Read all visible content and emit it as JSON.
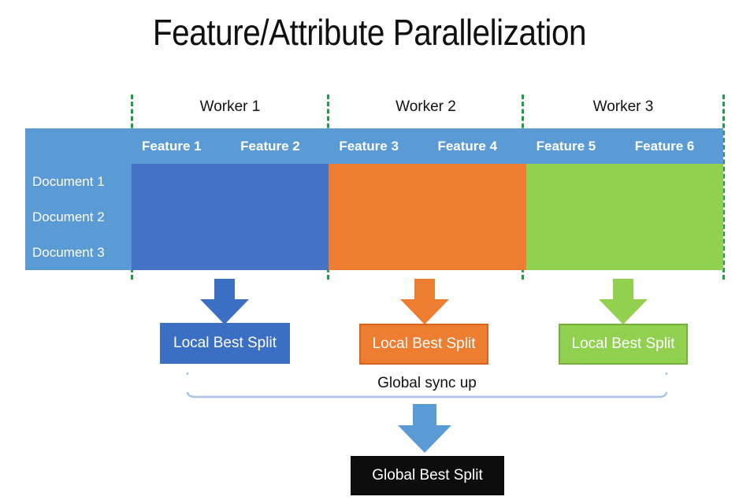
{
  "title": "Feature/Attribute Parallelization",
  "workers": [
    {
      "label": "Worker 1",
      "color": "#4472C4"
    },
    {
      "label": "Worker 2",
      "color": "#ED7D31"
    },
    {
      "label": "Worker 3",
      "color": "#92D050"
    }
  ],
  "table": {
    "corner_label": "",
    "column_headers": [
      "Feature 1",
      "Feature 2",
      "Feature 3",
      "Feature 4",
      "Feature 5",
      "Feature 6"
    ],
    "row_labels": [
      "Document 1",
      "Document 2",
      "Document 3"
    ],
    "cell_colors": [
      [
        "#4472C4",
        "#4472C4",
        "#ED7D31",
        "#ED7D31",
        "#92D050",
        "#92D050"
      ],
      [
        "#4472C4",
        "#4472C4",
        "#ED7D31",
        "#ED7D31",
        "#92D050",
        "#92D050"
      ],
      [
        "#4472C4",
        "#4472C4",
        "#ED7D31",
        "#ED7D31",
        "#92D050",
        "#92D050"
      ]
    ],
    "header_color": "#5B9BD5",
    "row_label_color": "#5B9BD5",
    "gridline_color": "#FFFFFF"
  },
  "divider_color": "#1E9E4A",
  "local_boxes": [
    {
      "label": "Local Best Split",
      "color": "#3B6FC4"
    },
    {
      "label": "Local Best Split",
      "color": "#ED7D31"
    },
    {
      "label": "Local Best Split",
      "color": "#92D050"
    }
  ],
  "sync": {
    "label": "Global sync up",
    "bracket_color": "#A7C6E3"
  },
  "global_box": {
    "label": "Global Best Split",
    "color": "#0D0D0D"
  },
  "arrow_colors": {
    "worker1": "#3B6FC4",
    "worker2": "#ED7D31",
    "worker3": "#92D050",
    "global": "#5B9BD5"
  }
}
